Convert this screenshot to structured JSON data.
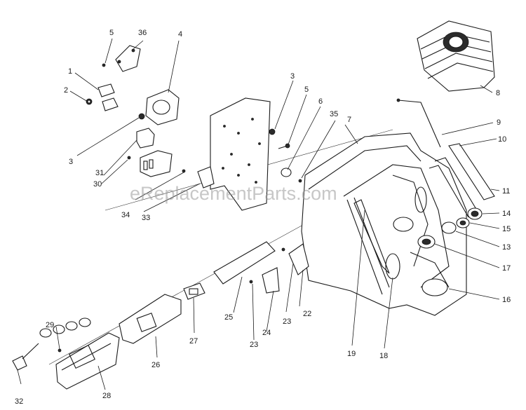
{
  "watermark": "eReplacementParts.com",
  "callouts": {
    "c1": "1",
    "c2": "2",
    "c3a": "3",
    "c3b": "3",
    "c4": "4",
    "c5a": "5",
    "c5b": "5",
    "c6": "6",
    "c7": "7",
    "c8": "8",
    "c9": "9",
    "c10": "10",
    "c11": "11",
    "c13": "13",
    "c14": "14",
    "c15": "15",
    "c16": "16",
    "c17": "17",
    "c18": "18",
    "c19": "19",
    "c22": "22",
    "c23a": "23",
    "c23b": "23",
    "c24": "24",
    "c25": "25",
    "c26": "26",
    "c27": "27",
    "c28": "28",
    "c29": "29",
    "c30": "30",
    "c31": "31",
    "c32": "32",
    "c33": "33",
    "c34": "34",
    "c35": "35",
    "c36": "36"
  }
}
